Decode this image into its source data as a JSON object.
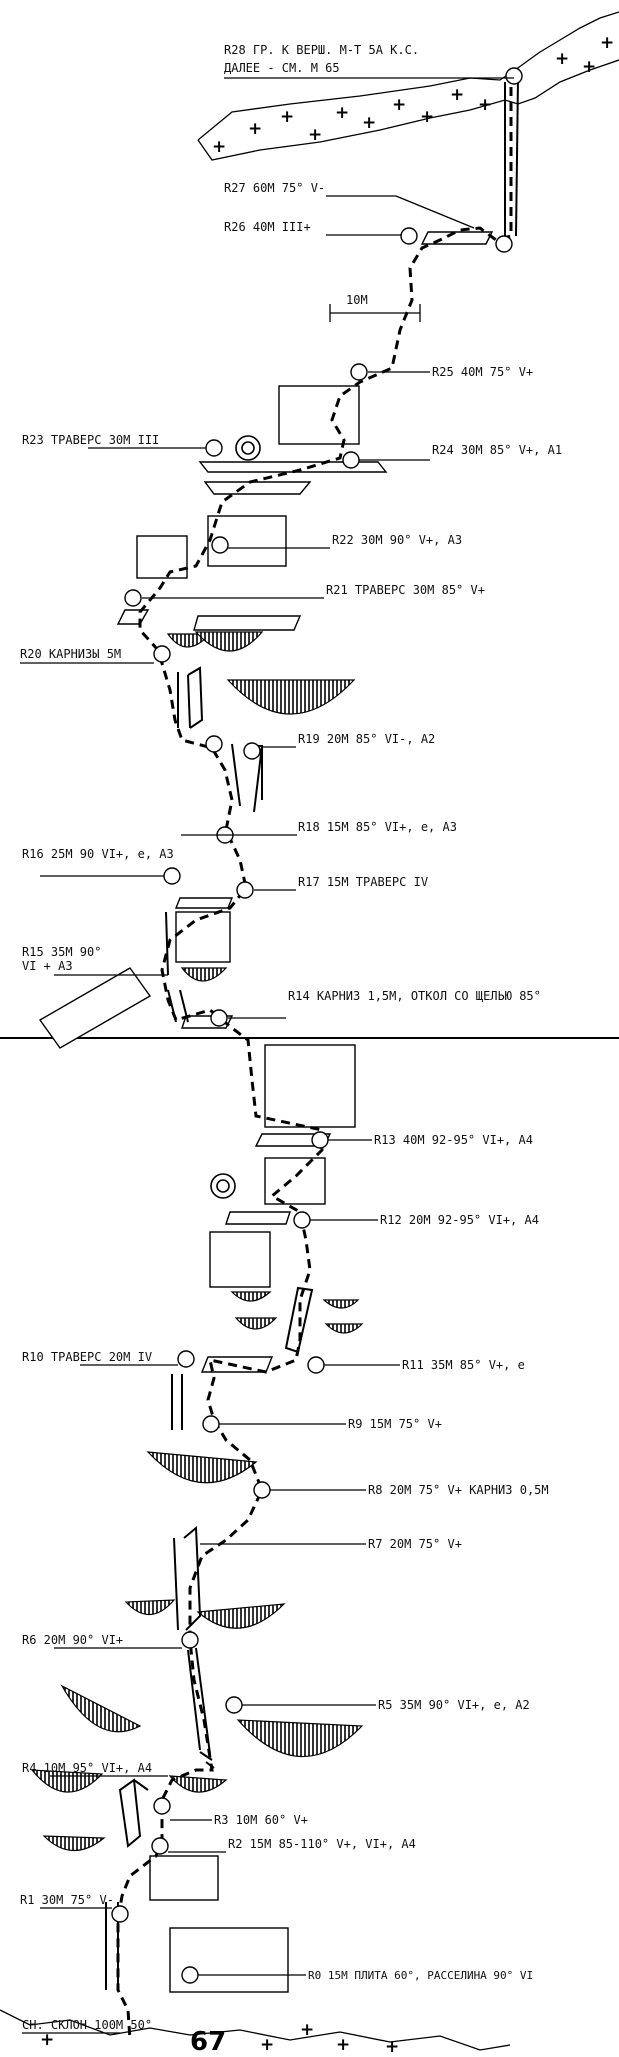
{
  "labels": {
    "r28_line1": "R28 ГР. К ВЕРШ. М-Т 5А К.С.",
    "r28_line2": "ДАЛЕЕ - СМ. М 65",
    "r27": "R27 60М 75° V-",
    "r26": "R26 40М III+",
    "scale": "10М",
    "r25": "R25 40М 75° V+",
    "r24": "R24 30М 85° V+, A1",
    "r23": "R23 ТРАВЕРС 30М III",
    "r22": "R22 30М 90° V+, A3",
    "r21": "R21 ТРАВЕРС 30М 85° V+",
    "r20": "R20 КАРНИЗЫ 5М",
    "r19": "R19 20М 85° VI-, A2",
    "r18": "R18 15М 85° VI+, e, A3",
    "r16": "R16 25М 90 VI+, e, A3",
    "r17": "R17 15М ТРАВЕРС IV",
    "r15_line1": "R15 35М 90°",
    "r15_line2": "VI + A3",
    "r14": "R14 КАРНИЗ 1,5М, ОТКОЛ СО ЩЕЛЬЮ 85°",
    "r13": "R13 40М 92-95° VI+, A4",
    "r12": "R12 20М 92-95° VI+, A4",
    "r10": "R10 ТРАВЕРС 20М IV",
    "r11": "R11 35М 85° V+, e",
    "r9": "R9 15М 75° V+",
    "r8": "R8 20М 75° V+ КАРНИЗ 0,5М",
    "r7": "R7 20М 75° V+",
    "r6": "R6 20М 90° VI+",
    "r5": "R5 35М 90° VI+, e, A2",
    "r4": "R4 10М 95° VI+, A4",
    "r3": "R3 10М 60° V+",
    "r2": "R2 15М 85-110° V+, VI+, A4",
    "r1": "R1 30М 75° V-",
    "r0": "R0 15М ПЛИТА 60°, РАССЕЛИНА 90° VI",
    "slope": "СН. СКЛОН 100М 50°",
    "page_number": "67"
  }
}
